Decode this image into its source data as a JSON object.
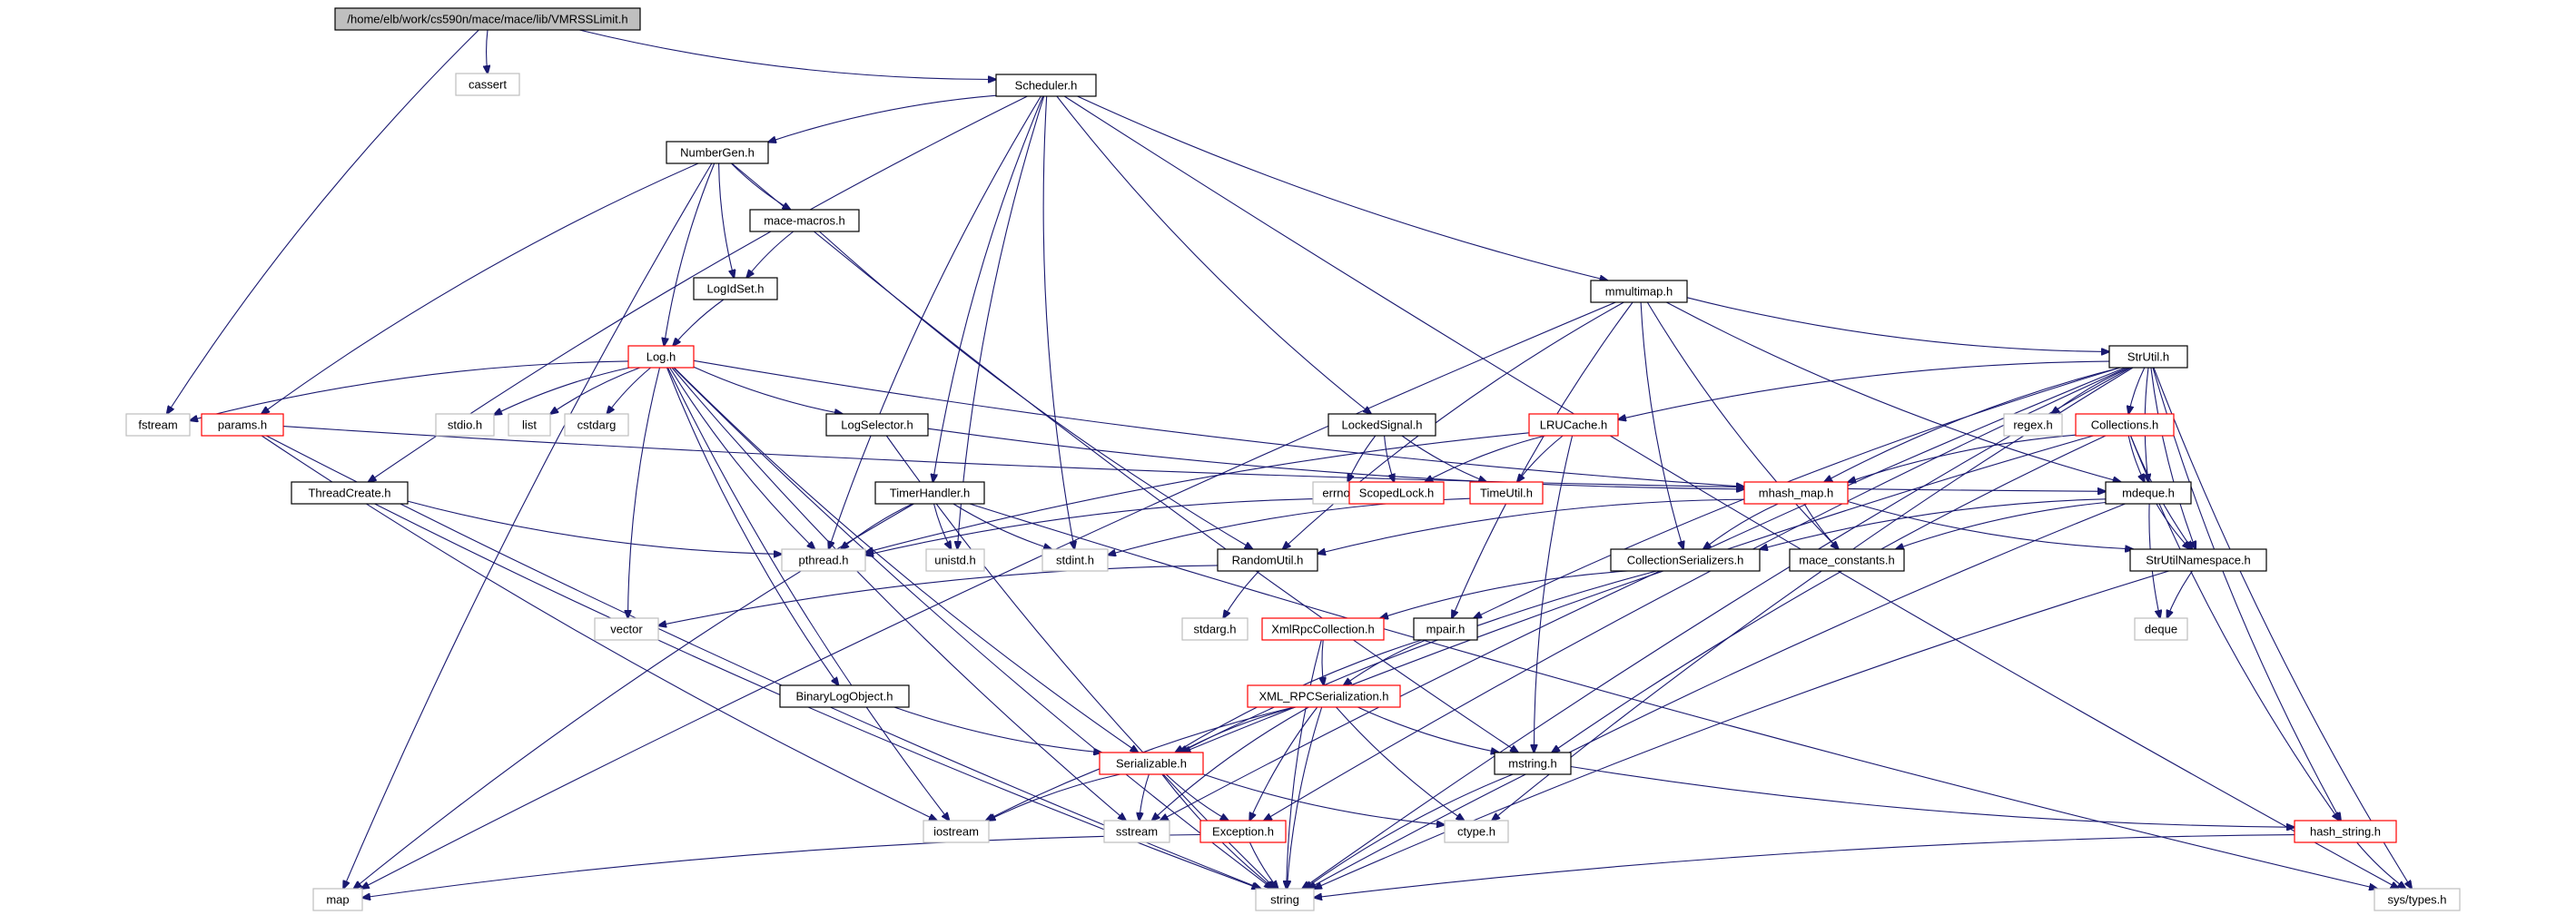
{
  "nodes": [
    {
      "id": "vmrss",
      "label": "/home/elb/work/cs590n/mace/mace/lib/VMRSSLimit.h",
      "kind": "root"
    },
    {
      "id": "cassert",
      "label": "cassert",
      "kind": "ext"
    },
    {
      "id": "scheduler",
      "label": "Scheduler.h",
      "kind": "normal"
    },
    {
      "id": "numbergen",
      "label": "NumberGen.h",
      "kind": "normal"
    },
    {
      "id": "macemacros",
      "label": "mace-macros.h",
      "kind": "normal"
    },
    {
      "id": "logidset",
      "label": "LogIdSet.h",
      "kind": "normal"
    },
    {
      "id": "log",
      "label": "Log.h",
      "kind": "red"
    },
    {
      "id": "fstream",
      "label": "fstream",
      "kind": "ext"
    },
    {
      "id": "params",
      "label": "params.h",
      "kind": "red"
    },
    {
      "id": "stdio",
      "label": "stdio.h",
      "kind": "ext"
    },
    {
      "id": "list",
      "label": "list",
      "kind": "ext"
    },
    {
      "id": "cstdarg",
      "label": "cstdarg",
      "kind": "ext"
    },
    {
      "id": "logselector",
      "label": "LogSelector.h",
      "kind": "normal"
    },
    {
      "id": "threadcreate",
      "label": "ThreadCreate.h",
      "kind": "normal"
    },
    {
      "id": "timerhandler",
      "label": "TimerHandler.h",
      "kind": "normal"
    },
    {
      "id": "pthread",
      "label": "pthread.h",
      "kind": "ext"
    },
    {
      "id": "unistd",
      "label": "unistd.h",
      "kind": "ext"
    },
    {
      "id": "stdint",
      "label": "stdint.h",
      "kind": "ext"
    },
    {
      "id": "vector",
      "label": "vector",
      "kind": "ext"
    },
    {
      "id": "binarylog",
      "label": "BinaryLogObject.h",
      "kind": "normal"
    },
    {
      "id": "serializable",
      "label": "Serializable.h",
      "kind": "red"
    },
    {
      "id": "iostream",
      "label": "iostream",
      "kind": "ext"
    },
    {
      "id": "sstream",
      "label": "sstream",
      "kind": "ext"
    },
    {
      "id": "exception",
      "label": "Exception.h",
      "kind": "red"
    },
    {
      "id": "map",
      "label": "map",
      "kind": "ext"
    },
    {
      "id": "string",
      "label": "string",
      "kind": "ext"
    },
    {
      "id": "mmultimap",
      "label": "mmultimap.h",
      "kind": "normal"
    },
    {
      "id": "lockedsignal",
      "label": "LockedSignal.h",
      "kind": "normal"
    },
    {
      "id": "errno",
      "label": "errno.h",
      "kind": "ext"
    },
    {
      "id": "scopedlock",
      "label": "ScopedLock.h",
      "kind": "red"
    },
    {
      "id": "timeutil",
      "label": "TimeUtil.h",
      "kind": "red"
    },
    {
      "id": "lrucache",
      "label": "LRUCache.h",
      "kind": "red"
    },
    {
      "id": "randomutil",
      "label": "RandomUtil.h",
      "kind": "normal"
    },
    {
      "id": "stdarg",
      "label": "stdarg.h",
      "kind": "ext"
    },
    {
      "id": "xmlrpccoll",
      "label": "XmlRpcCollection.h",
      "kind": "red"
    },
    {
      "id": "xmlrpcser",
      "label": "XML_RPCSerialization.h",
      "kind": "red"
    },
    {
      "id": "mpair",
      "label": "mpair.h",
      "kind": "normal"
    },
    {
      "id": "mstring",
      "label": "mstring.h",
      "kind": "normal"
    },
    {
      "id": "ctype",
      "label": "ctype.h",
      "kind": "ext"
    },
    {
      "id": "collser",
      "label": "CollectionSerializers.h",
      "kind": "normal"
    },
    {
      "id": "mhashmap",
      "label": "mhash_map.h",
      "kind": "red"
    },
    {
      "id": "maceconst",
      "label": "mace_constants.h",
      "kind": "normal"
    },
    {
      "id": "strutil",
      "label": "StrUtil.h",
      "kind": "normal"
    },
    {
      "id": "regex",
      "label": "regex.h",
      "kind": "ext"
    },
    {
      "id": "collections",
      "label": "Collections.h",
      "kind": "red"
    },
    {
      "id": "mdeque",
      "label": "mdeque.h",
      "kind": "normal"
    },
    {
      "id": "strutilns",
      "label": "StrUtilNamespace.h",
      "kind": "normal"
    },
    {
      "id": "deque",
      "label": "deque",
      "kind": "ext"
    },
    {
      "id": "hashstring",
      "label": "hash_string.h",
      "kind": "red"
    },
    {
      "id": "systypes",
      "label": "sys/types.h",
      "kind": "ext"
    }
  ],
  "edges": [
    [
      "vmrss",
      "cassert"
    ],
    [
      "vmrss",
      "scheduler"
    ],
    [
      "vmrss",
      "fstream"
    ],
    [
      "scheduler",
      "numbergen"
    ],
    [
      "scheduler",
      "threadcreate"
    ],
    [
      "scheduler",
      "timerhandler"
    ],
    [
      "scheduler",
      "unistd"
    ],
    [
      "scheduler",
      "stdint"
    ],
    [
      "scheduler",
      "lockedsignal"
    ],
    [
      "scheduler",
      "mmultimap"
    ],
    [
      "scheduler",
      "systypes"
    ],
    [
      "scheduler",
      "pthread"
    ],
    [
      "numbergen",
      "macemacros"
    ],
    [
      "numbergen",
      "logidset"
    ],
    [
      "numbergen",
      "log"
    ],
    [
      "numbergen",
      "params"
    ],
    [
      "numbergen",
      "map"
    ],
    [
      "numbergen",
      "mstring"
    ],
    [
      "macemacros",
      "logidset"
    ],
    [
      "macemacros",
      "randomutil"
    ],
    [
      "logidset",
      "log"
    ],
    [
      "log",
      "fstream"
    ],
    [
      "log",
      "stdio"
    ],
    [
      "log",
      "list"
    ],
    [
      "log",
      "cstdarg"
    ],
    [
      "log",
      "logselector"
    ],
    [
      "log",
      "mhashmap"
    ],
    [
      "log",
      "pthread"
    ],
    [
      "log",
      "vector"
    ],
    [
      "log",
      "binarylog"
    ],
    [
      "log",
      "serializable"
    ],
    [
      "log",
      "iostream"
    ],
    [
      "log",
      "sstream"
    ],
    [
      "log",
      "string"
    ],
    [
      "params",
      "mdeque"
    ],
    [
      "params",
      "iostream"
    ],
    [
      "params",
      "string"
    ],
    [
      "logselector",
      "mhashmap"
    ],
    [
      "logselector",
      "string"
    ],
    [
      "threadcreate",
      "pthread"
    ],
    [
      "threadcreate",
      "string"
    ],
    [
      "timerhandler",
      "pthread"
    ],
    [
      "timerhandler",
      "unistd"
    ],
    [
      "timerhandler",
      "stdint"
    ],
    [
      "timerhandler",
      "map"
    ],
    [
      "timerhandler",
      "systypes"
    ],
    [
      "binarylog",
      "serializable"
    ],
    [
      "serializable",
      "iostream"
    ],
    [
      "serializable",
      "sstream"
    ],
    [
      "serializable",
      "exception"
    ],
    [
      "serializable",
      "ctype"
    ],
    [
      "serializable",
      "string"
    ],
    [
      "exception",
      "string"
    ],
    [
      "exception",
      "map"
    ],
    [
      "mmultimap",
      "map"
    ],
    [
      "mmultimap",
      "randomutil"
    ],
    [
      "mmultimap",
      "collser"
    ],
    [
      "mmultimap",
      "maceconst"
    ],
    [
      "mmultimap",
      "mpair"
    ],
    [
      "mmultimap",
      "strutil"
    ],
    [
      "mmultimap",
      "mdeque"
    ],
    [
      "lockedsignal",
      "errno"
    ],
    [
      "lockedsignal",
      "scopedlock"
    ],
    [
      "lockedsignal",
      "timeutil"
    ],
    [
      "scopedlock",
      "pthread"
    ],
    [
      "timeutil",
      "stdint"
    ],
    [
      "lrucache",
      "scopedlock"
    ],
    [
      "lrucache",
      "timeutil"
    ],
    [
      "lrucache",
      "mstring"
    ],
    [
      "lrucache",
      "pthread"
    ],
    [
      "randomutil",
      "vector"
    ],
    [
      "randomutil",
      "stdarg"
    ],
    [
      "collser",
      "serializable"
    ],
    [
      "collser",
      "xmlrpccoll"
    ],
    [
      "xmlrpccoll",
      "xmlrpcser"
    ],
    [
      "xmlrpccoll",
      "string"
    ],
    [
      "xmlrpcser",
      "serializable"
    ],
    [
      "xmlrpcser",
      "mstring"
    ],
    [
      "xmlrpcser",
      "exception"
    ],
    [
      "xmlrpcser",
      "sstream"
    ],
    [
      "xmlrpcser",
      "string"
    ],
    [
      "xmlrpcser",
      "ctype"
    ],
    [
      "xmlrpcser",
      "iostream"
    ],
    [
      "mpair",
      "serializable"
    ],
    [
      "mpair",
      "xmlrpcser"
    ],
    [
      "mstring",
      "hashstring"
    ],
    [
      "mstring",
      "string"
    ],
    [
      "mhashmap",
      "randomutil"
    ],
    [
      "mhashmap",
      "collser"
    ],
    [
      "mhashmap",
      "maceconst"
    ],
    [
      "mhashmap",
      "strutilns"
    ],
    [
      "strutil",
      "lrucache"
    ],
    [
      "strutil",
      "regex"
    ],
    [
      "strutil",
      "collections"
    ],
    [
      "strutil",
      "mhashmap"
    ],
    [
      "strutil",
      "mdeque"
    ],
    [
      "strutil",
      "strutilns"
    ],
    [
      "strutil",
      "string"
    ],
    [
      "strutil",
      "sstream"
    ],
    [
      "strutil",
      "exception"
    ],
    [
      "strutil",
      "mpair"
    ],
    [
      "strutil",
      "ctype"
    ],
    [
      "strutil",
      "hashstring"
    ],
    [
      "strutil",
      "systypes"
    ],
    [
      "collections",
      "mhashmap"
    ],
    [
      "collections",
      "mdeque"
    ],
    [
      "collections",
      "mstring"
    ],
    [
      "collections",
      "hashstring"
    ],
    [
      "collections",
      "strutilns"
    ],
    [
      "collections",
      "serializable"
    ],
    [
      "mdeque",
      "deque"
    ],
    [
      "mdeque",
      "collser"
    ],
    [
      "mdeque",
      "strutilns"
    ],
    [
      "mdeque",
      "maceconst"
    ],
    [
      "mdeque",
      "string"
    ],
    [
      "strutilns",
      "deque"
    ],
    [
      "strutilns",
      "string"
    ],
    [
      "hashstring",
      "string"
    ],
    [
      "hashstring",
      "systypes"
    ]
  ]
}
